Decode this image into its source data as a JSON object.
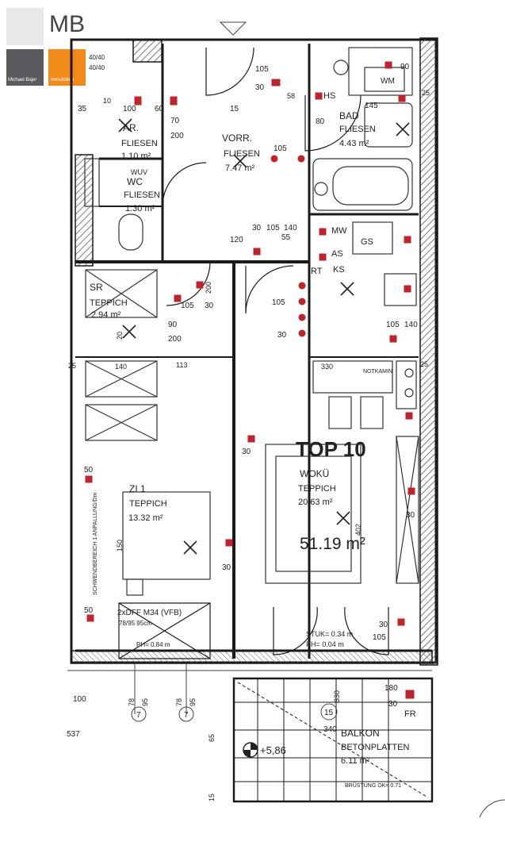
{
  "logo": {
    "initials": "MB",
    "name_left": "Michael Bajer",
    "name_right": "Immobilien",
    "accent": "#f28a1a",
    "dark": "#5b5b5f"
  },
  "apartment": {
    "label": "TOP 10",
    "total_area": "51.19 m²"
  },
  "rooms": {
    "vorr": {
      "name": "VORR.",
      "floor": "FLIESEN",
      "area": "7.47 m²"
    },
    "ar": {
      "name": "AR.",
      "floor": "FLIESEN",
      "area": "1.10 m²"
    },
    "wc": {
      "name": "WC",
      "floor": "FLIESEN",
      "area": "1.30 m²"
    },
    "bad": {
      "name": "BAD",
      "floor": "FLIESEN",
      "area": "4.43 m²"
    },
    "sr": {
      "name": "SR",
      "floor": "TEPPICH",
      "area": "2.94 m²"
    },
    "zi1": {
      "name": "ZI 1",
      "floor": "TEPPICH",
      "area": "13.32 m²"
    },
    "woku": {
      "name": "WOKÜ",
      "floor": "TEPPICH",
      "area": "20.63 m²"
    },
    "balkon": {
      "name": "BALKON",
      "floor": "BETONPLATTEN",
      "area": "6.11 m²"
    }
  },
  "annotations": {
    "wm": "WM",
    "hs": "HS",
    "gs": "GS",
    "mw": "MW",
    "ks": "KS",
    "as": "AS",
    "rt": "RT",
    "fr": "FR",
    "wuv": "WUV",
    "notkamin": "NOTKAMIN",
    "window": "2xDFF M34 (VFB)",
    "window_size": "78/95 95cm",
    "ph": "PH= 0.84 m",
    "stuk": "STUK= 0.34 m",
    "ph2": "PH= 0.04 m",
    "level": "+5,86",
    "bruestung": "BRÜSTUNG OK= 0.71",
    "vertical_note": "SCHWENDBEREICH 1 ANPALLUNG/Dm"
  },
  "dims": {
    "d40a": "40/40",
    "d40b": "40/40",
    "d105": "105",
    "d30": "30",
    "d58": "58",
    "d15": "15",
    "d80": "80",
    "d90": "90",
    "d70": "70",
    "d200": "200",
    "d60": "60",
    "d145": "145",
    "d35": "35",
    "d10": "10",
    "d100": "100",
    "d140": "140",
    "d55": "55",
    "d120": "120",
    "d113": "113",
    "d25": "25",
    "d20": "20",
    "d150": "150",
    "d50": "50",
    "d180": "180",
    "d402": "402",
    "d537": "537",
    "d95": "95",
    "d78": "78",
    "d65": "65",
    "d340": "340",
    "d330": "330"
  },
  "markers": {
    "m7a": "7",
    "m7b": "7",
    "m15": "15"
  },
  "colors": {
    "line": "#1a1a1a",
    "wall": "#555555",
    "outlet": "#c0232a",
    "text": "#222222"
  }
}
